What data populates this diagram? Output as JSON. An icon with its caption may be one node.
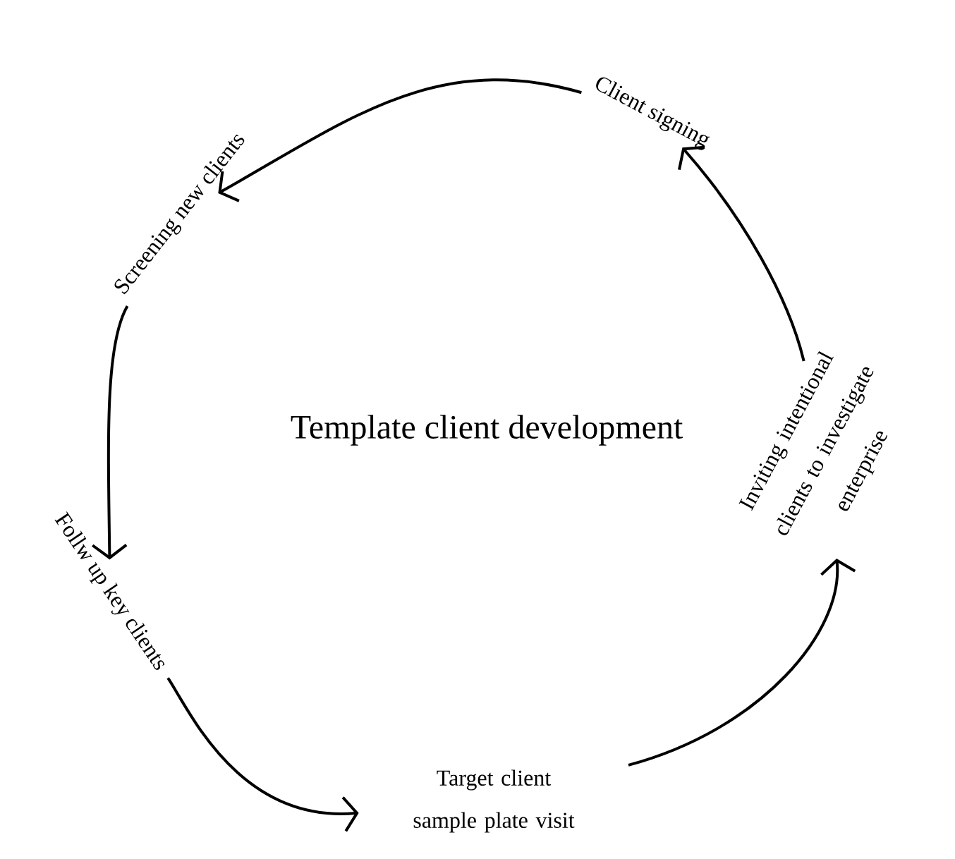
{
  "diagram": {
    "title": "Template client development",
    "nodes": [
      {
        "text": [
          "Client signing"
        ]
      },
      {
        "text": [
          "Screening new clients"
        ]
      },
      {
        "text": [
          "Follw up key clients"
        ]
      },
      {
        "text": [
          "Target client sample plate visit"
        ]
      },
      {
        "text": [
          "Inviting intentional clients to investigate enterprise"
        ]
      }
    ],
    "edges": [
      {
        "from": 0,
        "to": 1,
        "arrow": "to"
      },
      {
        "from": 1,
        "to": 2,
        "arrow": "to"
      },
      {
        "from": 2,
        "to": 3,
        "arrow": "to"
      },
      {
        "from": 3,
        "to": 4,
        "arrow": "to"
      },
      {
        "from": 4,
        "to": 0,
        "arrow": "to"
      }
    ]
  }
}
